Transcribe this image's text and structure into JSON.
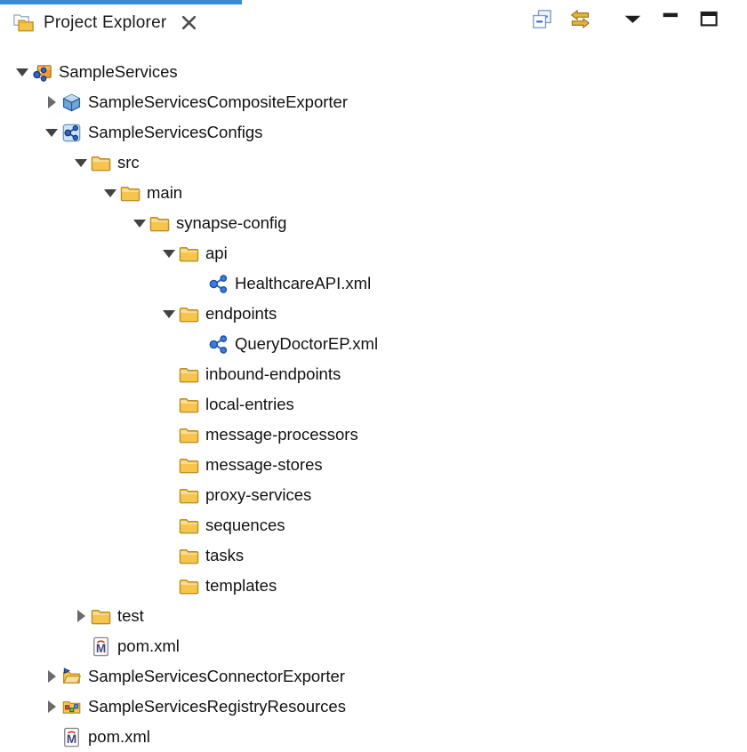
{
  "header": {
    "accent_color": "#3a8bd8",
    "tab": {
      "label": "Project Explorer",
      "icon": "project-explorer-icon",
      "close_icon": "close-view-icon"
    }
  },
  "toolbar": {
    "icons": [
      {
        "name": "collapse-all-icon"
      },
      {
        "name": "link-with-editor-icon"
      },
      {
        "name": "view-menu-icon",
        "gap_before": true
      },
      {
        "name": "minimize-icon"
      },
      {
        "name": "maximize-icon"
      }
    ]
  },
  "tree": {
    "rows": [
      {
        "level": 0,
        "state": "expanded",
        "icon": "multi-module-project-icon",
        "label": "SampleServices"
      },
      {
        "level": 1,
        "state": "collapsed",
        "icon": "composite-exporter-icon",
        "label": "SampleServicesCompositeExporter"
      },
      {
        "level": 1,
        "state": "expanded",
        "icon": "esb-configs-project-icon",
        "label": "SampleServicesConfigs"
      },
      {
        "level": 2,
        "state": "expanded",
        "icon": "folder-icon",
        "label": "src"
      },
      {
        "level": 3,
        "state": "expanded",
        "icon": "folder-icon",
        "label": "main"
      },
      {
        "level": 4,
        "state": "expanded",
        "icon": "folder-icon",
        "label": "synapse-config"
      },
      {
        "level": 5,
        "state": "expanded",
        "icon": "folder-icon",
        "label": "api"
      },
      {
        "level": 6,
        "state": "none",
        "icon": "synapse-artifact-icon",
        "label": "HealthcareAPI.xml"
      },
      {
        "level": 5,
        "state": "expanded",
        "icon": "folder-icon",
        "label": "endpoints"
      },
      {
        "level": 6,
        "state": "none",
        "icon": "synapse-artifact-icon",
        "label": "QueryDoctorEP.xml"
      },
      {
        "level": 5,
        "state": "none",
        "icon": "folder-icon",
        "label": "inbound-endpoints"
      },
      {
        "level": 5,
        "state": "none",
        "icon": "folder-icon",
        "label": "local-entries"
      },
      {
        "level": 5,
        "state": "none",
        "icon": "folder-icon",
        "label": "message-processors"
      },
      {
        "level": 5,
        "state": "none",
        "icon": "folder-icon",
        "label": "message-stores"
      },
      {
        "level": 5,
        "state": "none",
        "icon": "folder-icon",
        "label": "proxy-services"
      },
      {
        "level": 5,
        "state": "none",
        "icon": "folder-icon",
        "label": "sequences"
      },
      {
        "level": 5,
        "state": "none",
        "icon": "folder-icon",
        "label": "tasks"
      },
      {
        "level": 5,
        "state": "none",
        "icon": "folder-icon",
        "label": "templates"
      },
      {
        "level": 2,
        "state": "collapsed",
        "icon": "folder-icon",
        "label": "test"
      },
      {
        "level": 2,
        "state": "none",
        "icon": "maven-pom-icon",
        "label": "pom.xml"
      },
      {
        "level": 1,
        "state": "collapsed",
        "icon": "connector-exporter-icon",
        "label": "SampleServicesConnectorExporter"
      },
      {
        "level": 1,
        "state": "collapsed",
        "icon": "registry-resources-icon",
        "label": "SampleServicesRegistryResources"
      },
      {
        "level": 1,
        "state": "none",
        "icon": "maven-pom-icon",
        "label": "pom.xml"
      }
    ]
  }
}
